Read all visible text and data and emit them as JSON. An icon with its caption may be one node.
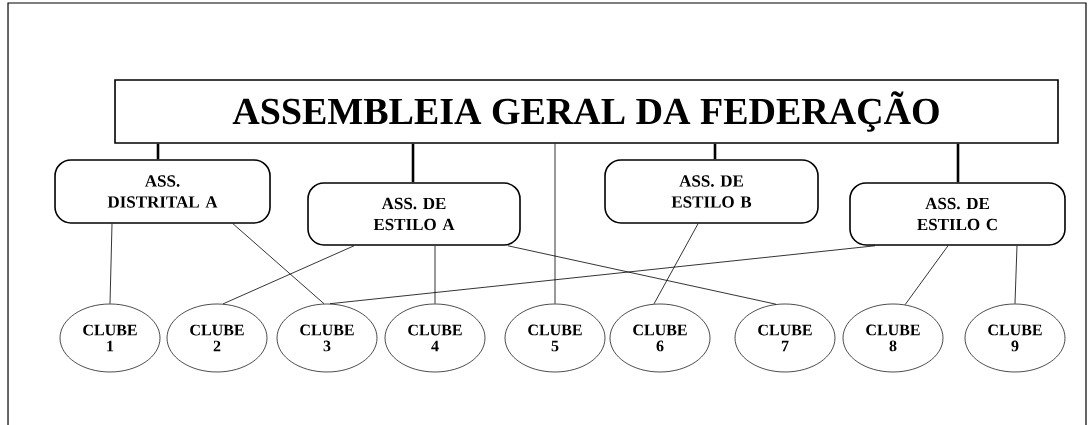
{
  "diagram": {
    "nodes": [
      {
        "text": [
          "ASSEMBLEIA GERAL DA FEDERAÇÃO"
        ]
      },
      {
        "text": [
          "ASS. DISTRITAL A"
        ]
      },
      {
        "text": [
          "ASS. DE ESTILO A"
        ]
      },
      {
        "text": [
          "ASS. DE ESTILO B"
        ]
      },
      {
        "text": [
          "ASS. DE ESTILO C"
        ]
      },
      {
        "text": [
          "CLUBE 1"
        ]
      },
      {
        "text": [
          "CLUBE 2"
        ]
      },
      {
        "text": [
          "CLUBE 3"
        ]
      },
      {
        "text": [
          "CLUBE 4"
        ]
      },
      {
        "text": [
          "CLUBE 5"
        ]
      },
      {
        "text": [
          "CLUBE 6"
        ]
      },
      {
        "text": [
          "CLUBE 7"
        ]
      },
      {
        "text": [
          "CLUBE 8"
        ]
      },
      {
        "text": [
          "CLUBE 9"
        ]
      }
    ],
    "edges": [
      {
        "from": 0,
        "to": 1,
        "arrow": "none",
        "style": "thick"
      },
      {
        "from": 0,
        "to": 2,
        "arrow": "none",
        "style": "thick"
      },
      {
        "from": 0,
        "to": 9,
        "arrow": "none"
      },
      {
        "from": 0,
        "to": 3,
        "arrow": "none",
        "style": "thick"
      },
      {
        "from": 0,
        "to": 4,
        "arrow": "none",
        "style": "thick"
      },
      {
        "from": 1,
        "to": 5,
        "arrow": "none"
      },
      {
        "from": 1,
        "to": 7,
        "arrow": "none"
      },
      {
        "from": 2,
        "to": 6,
        "arrow": "none"
      },
      {
        "from": 2,
        "to": 8,
        "arrow": "none"
      },
      {
        "from": 2,
        "to": 11,
        "arrow": "none"
      },
      {
        "from": 3,
        "to": 10,
        "arrow": "none"
      },
      {
        "from": 4,
        "to": 7,
        "arrow": "none"
      },
      {
        "from": 4,
        "to": 12,
        "arrow": "none"
      },
      {
        "from": 4,
        "to": 13,
        "arrow": "none"
      }
    ]
  }
}
